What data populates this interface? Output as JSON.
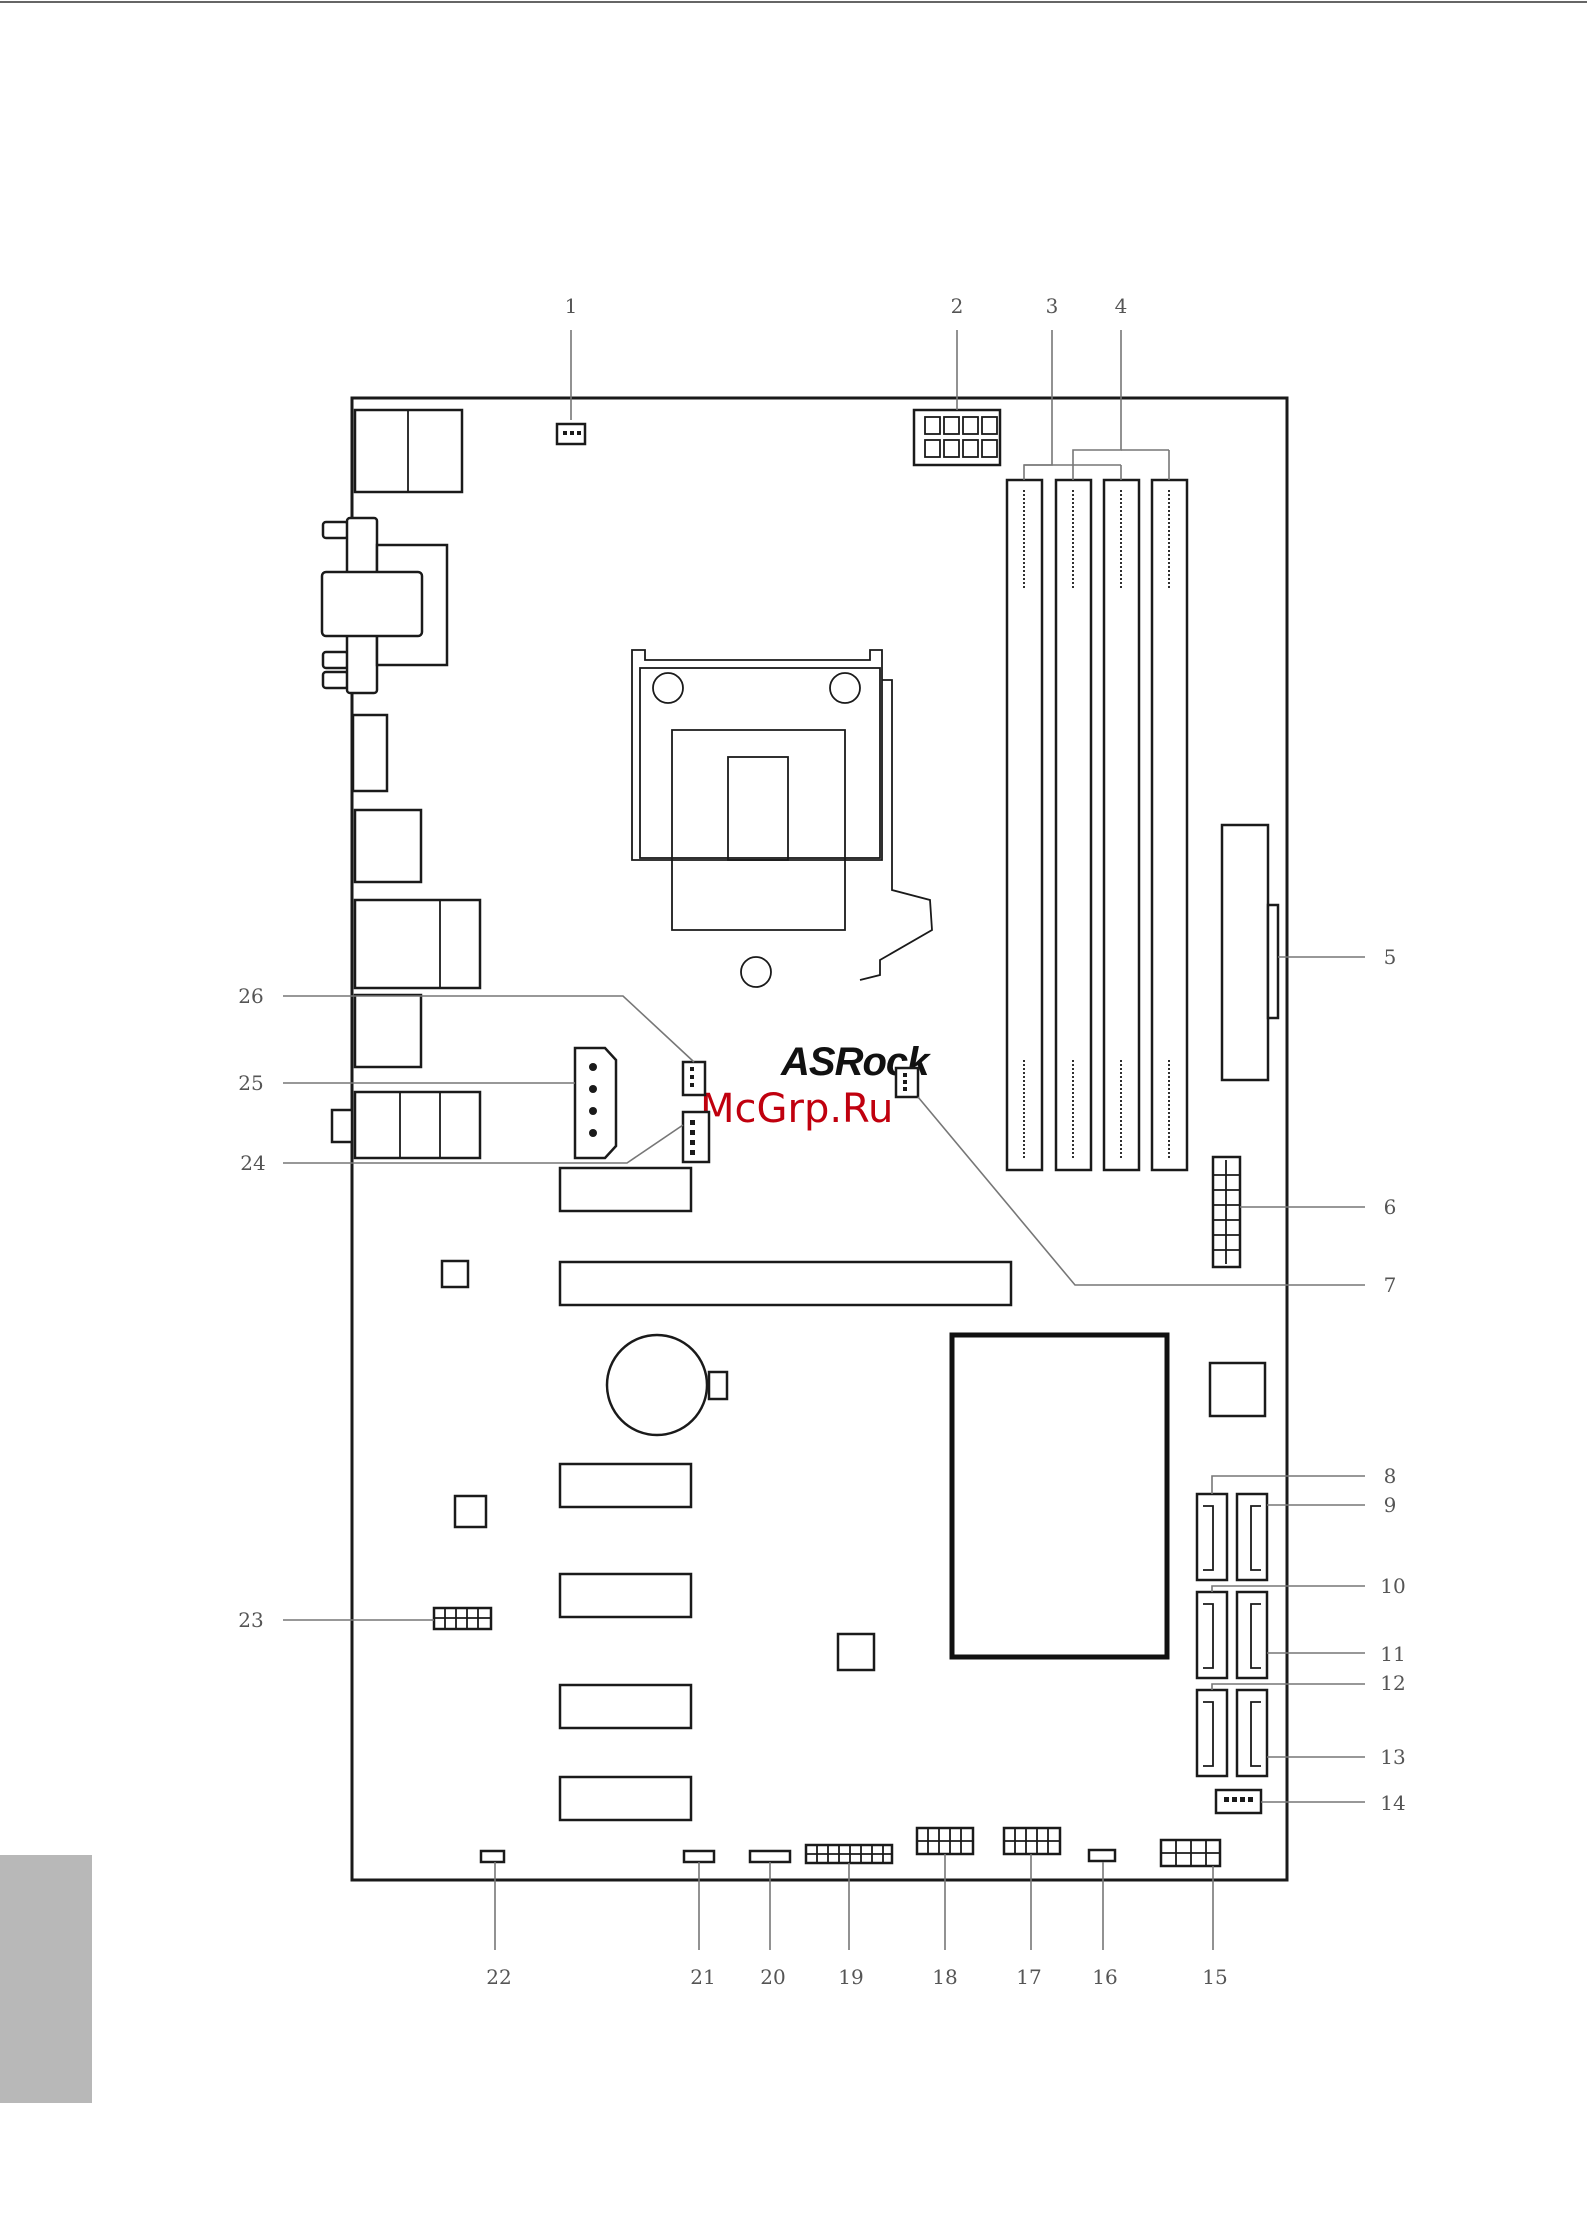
{
  "page": {
    "brand_logo_text": "ASRock",
    "watermark_text": "McGrp.Ru",
    "colors": {
      "outline": "#1a1a1a",
      "leader_line": "#777777",
      "callout_text": "#555555",
      "side_tab": "#b8b8b8",
      "watermark": "#c0000e"
    }
  },
  "callouts": [
    "1",
    "2",
    "3",
    "4",
    "5",
    "6",
    "7",
    "8",
    "9",
    "10",
    "11",
    "12",
    "13",
    "14",
    "15",
    "16",
    "17",
    "18",
    "19",
    "20",
    "21",
    "22",
    "23",
    "24",
    "25",
    "26"
  ]
}
